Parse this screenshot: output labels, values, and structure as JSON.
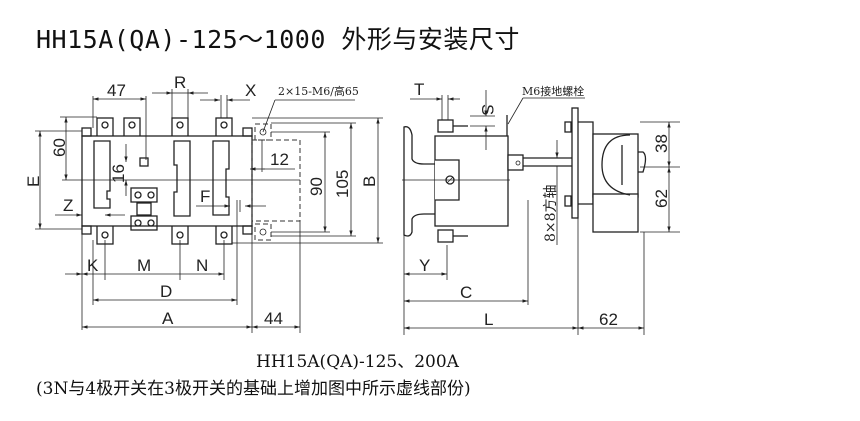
{
  "title": "HH15A(QA)-125～1000 外形与安装尺寸",
  "front_view": {
    "dims": {
      "d47": "47",
      "R": "R",
      "X": "X",
      "mount_note": "2×15-M6/高65",
      "d60": "60",
      "E": "E",
      "d16": "16",
      "d12": "12",
      "d90": "90",
      "d105": "105",
      "B": "B",
      "Z": "Z",
      "F": "F",
      "K": "K",
      "M": "M",
      "N": "N",
      "D": "D",
      "A": "A",
      "d44": "44"
    }
  },
  "side_view": {
    "dims": {
      "T": "T",
      "S": "S",
      "ground_note": "M6接地螺栓",
      "shaft_note": "8×8方轴",
      "d38": "38",
      "d62v": "62",
      "Y": "Y",
      "C": "C",
      "L": "L",
      "d62h": "62"
    }
  },
  "caption": {
    "model": "HH15A(QA)-125、200A",
    "note": "(3N与4极开关在3极开关的基础上增加图中所示虚线部份)"
  }
}
